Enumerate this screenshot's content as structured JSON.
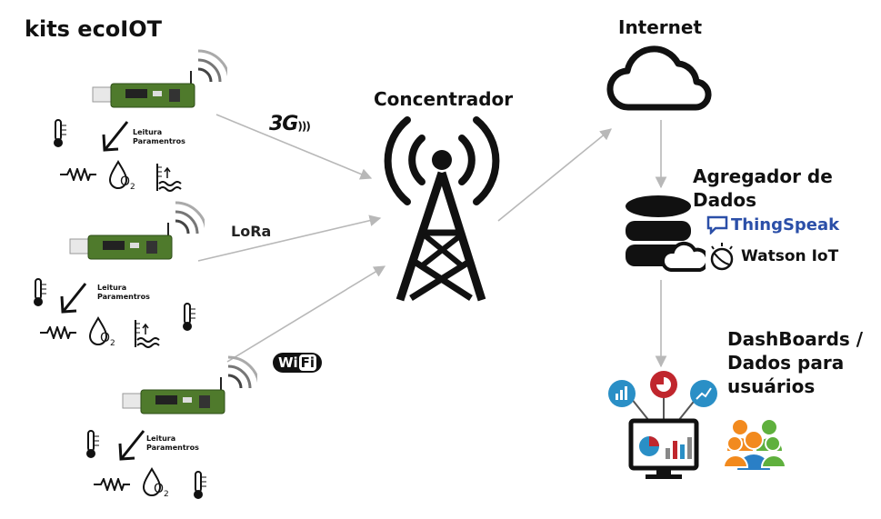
{
  "title": "kits ecoIOT",
  "concentrador": "Concentrador",
  "internet": "Internet",
  "agregador": {
    "line1": "Agregador de",
    "line2": "Dados"
  },
  "dashboards": {
    "line1": "DashBoards /",
    "line2": "Dados para",
    "line3": "usuários"
  },
  "kit_reading": {
    "line1": "Leitura",
    "line2": "Paramentros"
  },
  "o2": "O",
  "o2_sub": "2",
  "links": {
    "g3": "3G",
    "lora": "LoRa",
    "wifi": "WiFi",
    "wifi_w": "Wi",
    "wifi_fi": "Fi"
  },
  "services": {
    "thingspeak": "ThingSpeak",
    "watson": "Watson IoT",
    "watson_tm": "."
  },
  "colors": {
    "board": "#4f7a2c",
    "arrow": "#b8b8b8",
    "thingspeak": "#2b4fa8",
    "dash_blue": "#2a8fc6",
    "dash_red": "#c0262d",
    "people_orange": "#f28a1e",
    "people_green": "#5fb03d",
    "people_blue": "#2a7fc6"
  },
  "icons": [
    "thermometer-icon",
    "resistor-icon",
    "o2-drop-icon",
    "water-level-icon",
    "antenna-tower-icon",
    "cloud-icon",
    "database-icon",
    "monitor-chart-icon",
    "people-icon",
    "wifi-waves-icon"
  ]
}
